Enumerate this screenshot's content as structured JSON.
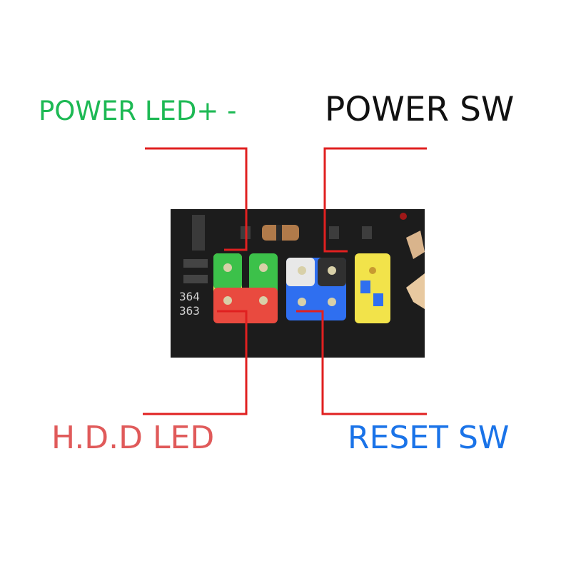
{
  "labels": {
    "power_led": "POWER LED+ -",
    "power_sw": "POWER SW",
    "hdd_led": "H.D.D LED",
    "reset_sw": "RESET SW"
  },
  "board_silkscreen": {
    "line1": "364",
    "line2": "363"
  },
  "colors": {
    "power_led": "#1db954",
    "power_sw": "#111111",
    "hdd_led": "#e05a5a",
    "reset_sw": "#1a73e8",
    "leader": "#e02020",
    "pcb": "#1c1c1c",
    "green_pins": "#3cc14a",
    "yellow_pins": "#f2e34a",
    "red_pins": "#e94a3f",
    "blue_pins": "#2f6ff0"
  }
}
